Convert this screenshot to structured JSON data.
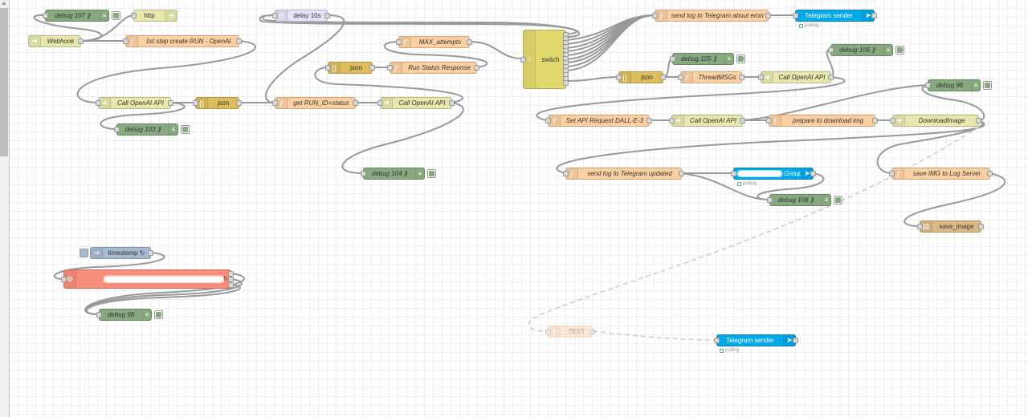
{
  "workspace": {
    "scrollbar": {
      "thumb_label": "vertical-scroll"
    },
    "nodes": {
      "debug107": {
        "label": "debug 107 ⟫",
        "type": "debug"
      },
      "http_in": {
        "label": "http",
        "type": "http-response"
      },
      "webhook": {
        "label": "Webhook",
        "type": "http-in"
      },
      "fn_create_run": {
        "label": "1st step create RUN - OpenAI",
        "type": "function"
      },
      "delay": {
        "label": "delay 10s",
        "type": "delay"
      },
      "max_attempts": {
        "label": "MAX_attempts",
        "type": "function"
      },
      "json1": {
        "label": "json",
        "type": "json"
      },
      "run_status": {
        "label": "Run Status Response",
        "type": "function"
      },
      "switch": {
        "label": "switch",
        "type": "switch"
      },
      "call_api1": {
        "label": "Call OpenAI API",
        "type": "http-request"
      },
      "json2": {
        "label": "json",
        "type": "json"
      },
      "get_run": {
        "label": "get RUN_ID+status",
        "type": "function"
      },
      "call_api2": {
        "label": "Call OpenAI API",
        "type": "http-request"
      },
      "debug103": {
        "label": "debug 103 ⟫",
        "type": "debug"
      },
      "debug104": {
        "label": "debug 104 ⟫",
        "type": "debug"
      },
      "send_log_error": {
        "label": "send log to Telegram about erorr",
        "type": "function"
      },
      "tg_sender1": {
        "label": "Telegram sender",
        "type": "telegram",
        "status": "polling"
      },
      "debug105": {
        "label": "debug 105 ⟫",
        "type": "debug"
      },
      "json3": {
        "label": "json",
        "type": "json"
      },
      "thread_msgs": {
        "label": "ThreadMSGs",
        "type": "function"
      },
      "call_api3": {
        "label": "Call OpenAI API",
        "type": "http-request"
      },
      "debug106": {
        "label": "debug 106 ⟫",
        "type": "debug"
      },
      "debug96": {
        "label": "debug 96",
        "type": "debug"
      },
      "set_dalle": {
        "label": "Set API Request DALL-E-3",
        "type": "function"
      },
      "call_api4": {
        "label": "Call OpenAI API",
        "type": "http-request"
      },
      "prepare_dl": {
        "label": "prepare to download img",
        "type": "function"
      },
      "download_img": {
        "label": "DownloadImage",
        "type": "http-request"
      },
      "send_log_updated": {
        "label": "send log to Telegram updated",
        "type": "function"
      },
      "tg_group": {
        "label": "Group",
        "type": "telegram",
        "status": "polling"
      },
      "debug108": {
        "label": "debug 108 ⟫",
        "type": "debug"
      },
      "save_img_log": {
        "label": "save IMG to Log Server",
        "type": "function"
      },
      "save_image": {
        "label": "save_image",
        "type": "file"
      },
      "timestamp": {
        "label": "timestamp ↻",
        "type": "inject"
      },
      "exec": {
        "label": "h",
        "type": "exec"
      },
      "debug98": {
        "label": "debug 98",
        "type": "debug"
      },
      "test": {
        "label": "TEST",
        "type": "function",
        "disabled": true
      },
      "tg_sender2": {
        "label": "Telegram sender",
        "type": "telegram",
        "status": "polling"
      }
    }
  },
  "colors": {
    "function": "#fdd0a2",
    "http": "#e7e7ae",
    "debug": "#87a980",
    "json": "#debd5c",
    "delay": "#e6e0f8",
    "switch": "#e2d96e",
    "telegram": "#03a9e6",
    "inject": "#a6bbcf",
    "exec": "#f98d7b",
    "file": "#deb887",
    "wire": "#999999"
  }
}
